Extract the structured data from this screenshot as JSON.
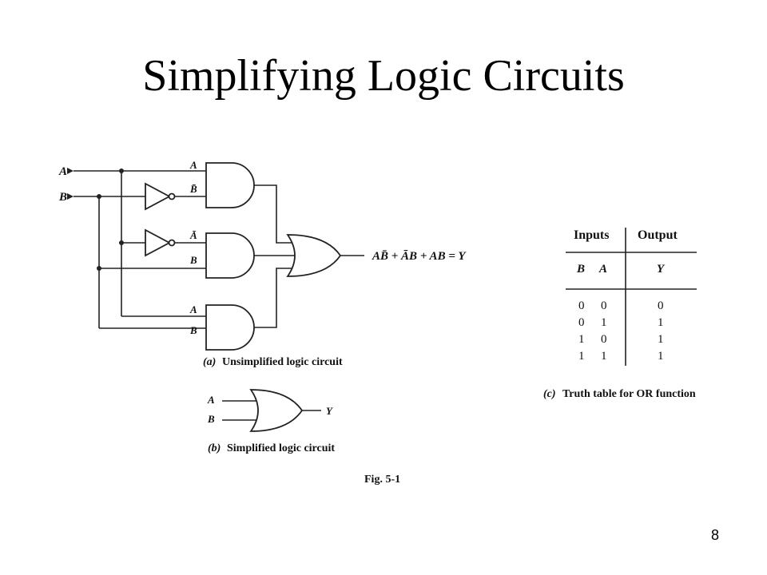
{
  "slide": {
    "title": "Simplifying Logic Circuits",
    "page_number": "8"
  },
  "circuit_a": {
    "input_a": "A",
    "input_b": "B",
    "gate1_in1": "A",
    "gate1_in2": "B̄",
    "gate2_in1": "Ā",
    "gate2_in2": "B",
    "gate3_in1": "A",
    "gate3_in2": "B",
    "output_expr": "AB̄ + ĀB + AB = Y",
    "caption_letter": "(a)",
    "caption_text": "Unsimplified logic circuit"
  },
  "circuit_b": {
    "input_a": "A",
    "input_b": "B",
    "output": "Y",
    "caption_letter": "(b)",
    "caption_text": "Simplified logic circuit"
  },
  "truth_table": {
    "header_inputs": "Inputs",
    "header_output": "Output",
    "col_b": "B",
    "col_a": "A",
    "col_y": "Y",
    "rows": [
      {
        "b": "0",
        "a": "0",
        "y": "0"
      },
      {
        "b": "0",
        "a": "1",
        "y": "1"
      },
      {
        "b": "1",
        "a": "0",
        "y": "1"
      },
      {
        "b": "1",
        "a": "1",
        "y": "1"
      }
    ],
    "caption_letter": "(c)",
    "caption_text": "Truth table for OR function"
  },
  "figure_label": "Fig. 5-1"
}
